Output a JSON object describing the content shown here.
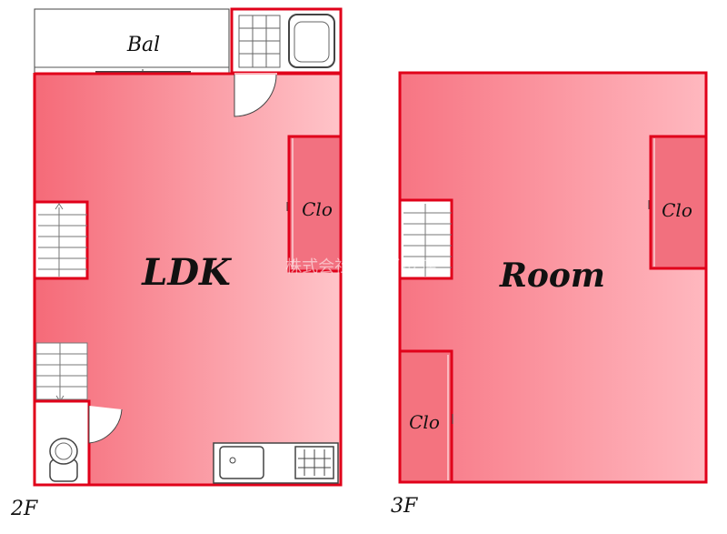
{
  "floors": [
    {
      "label": "2F",
      "rooms": {
        "balcony": "Bal",
        "main": "LDK",
        "closet": "Clo"
      }
    },
    {
      "label": "3F",
      "rooms": {
        "main": "Room",
        "closet_right": "Clo",
        "closet_left": "Clo"
      }
    }
  ],
  "watermark": "株式会社エイブル 店",
  "colors": {
    "wall": "#e0001a",
    "room_fill_dark": "#f56a78",
    "room_fill_light": "#ffc4c9"
  }
}
